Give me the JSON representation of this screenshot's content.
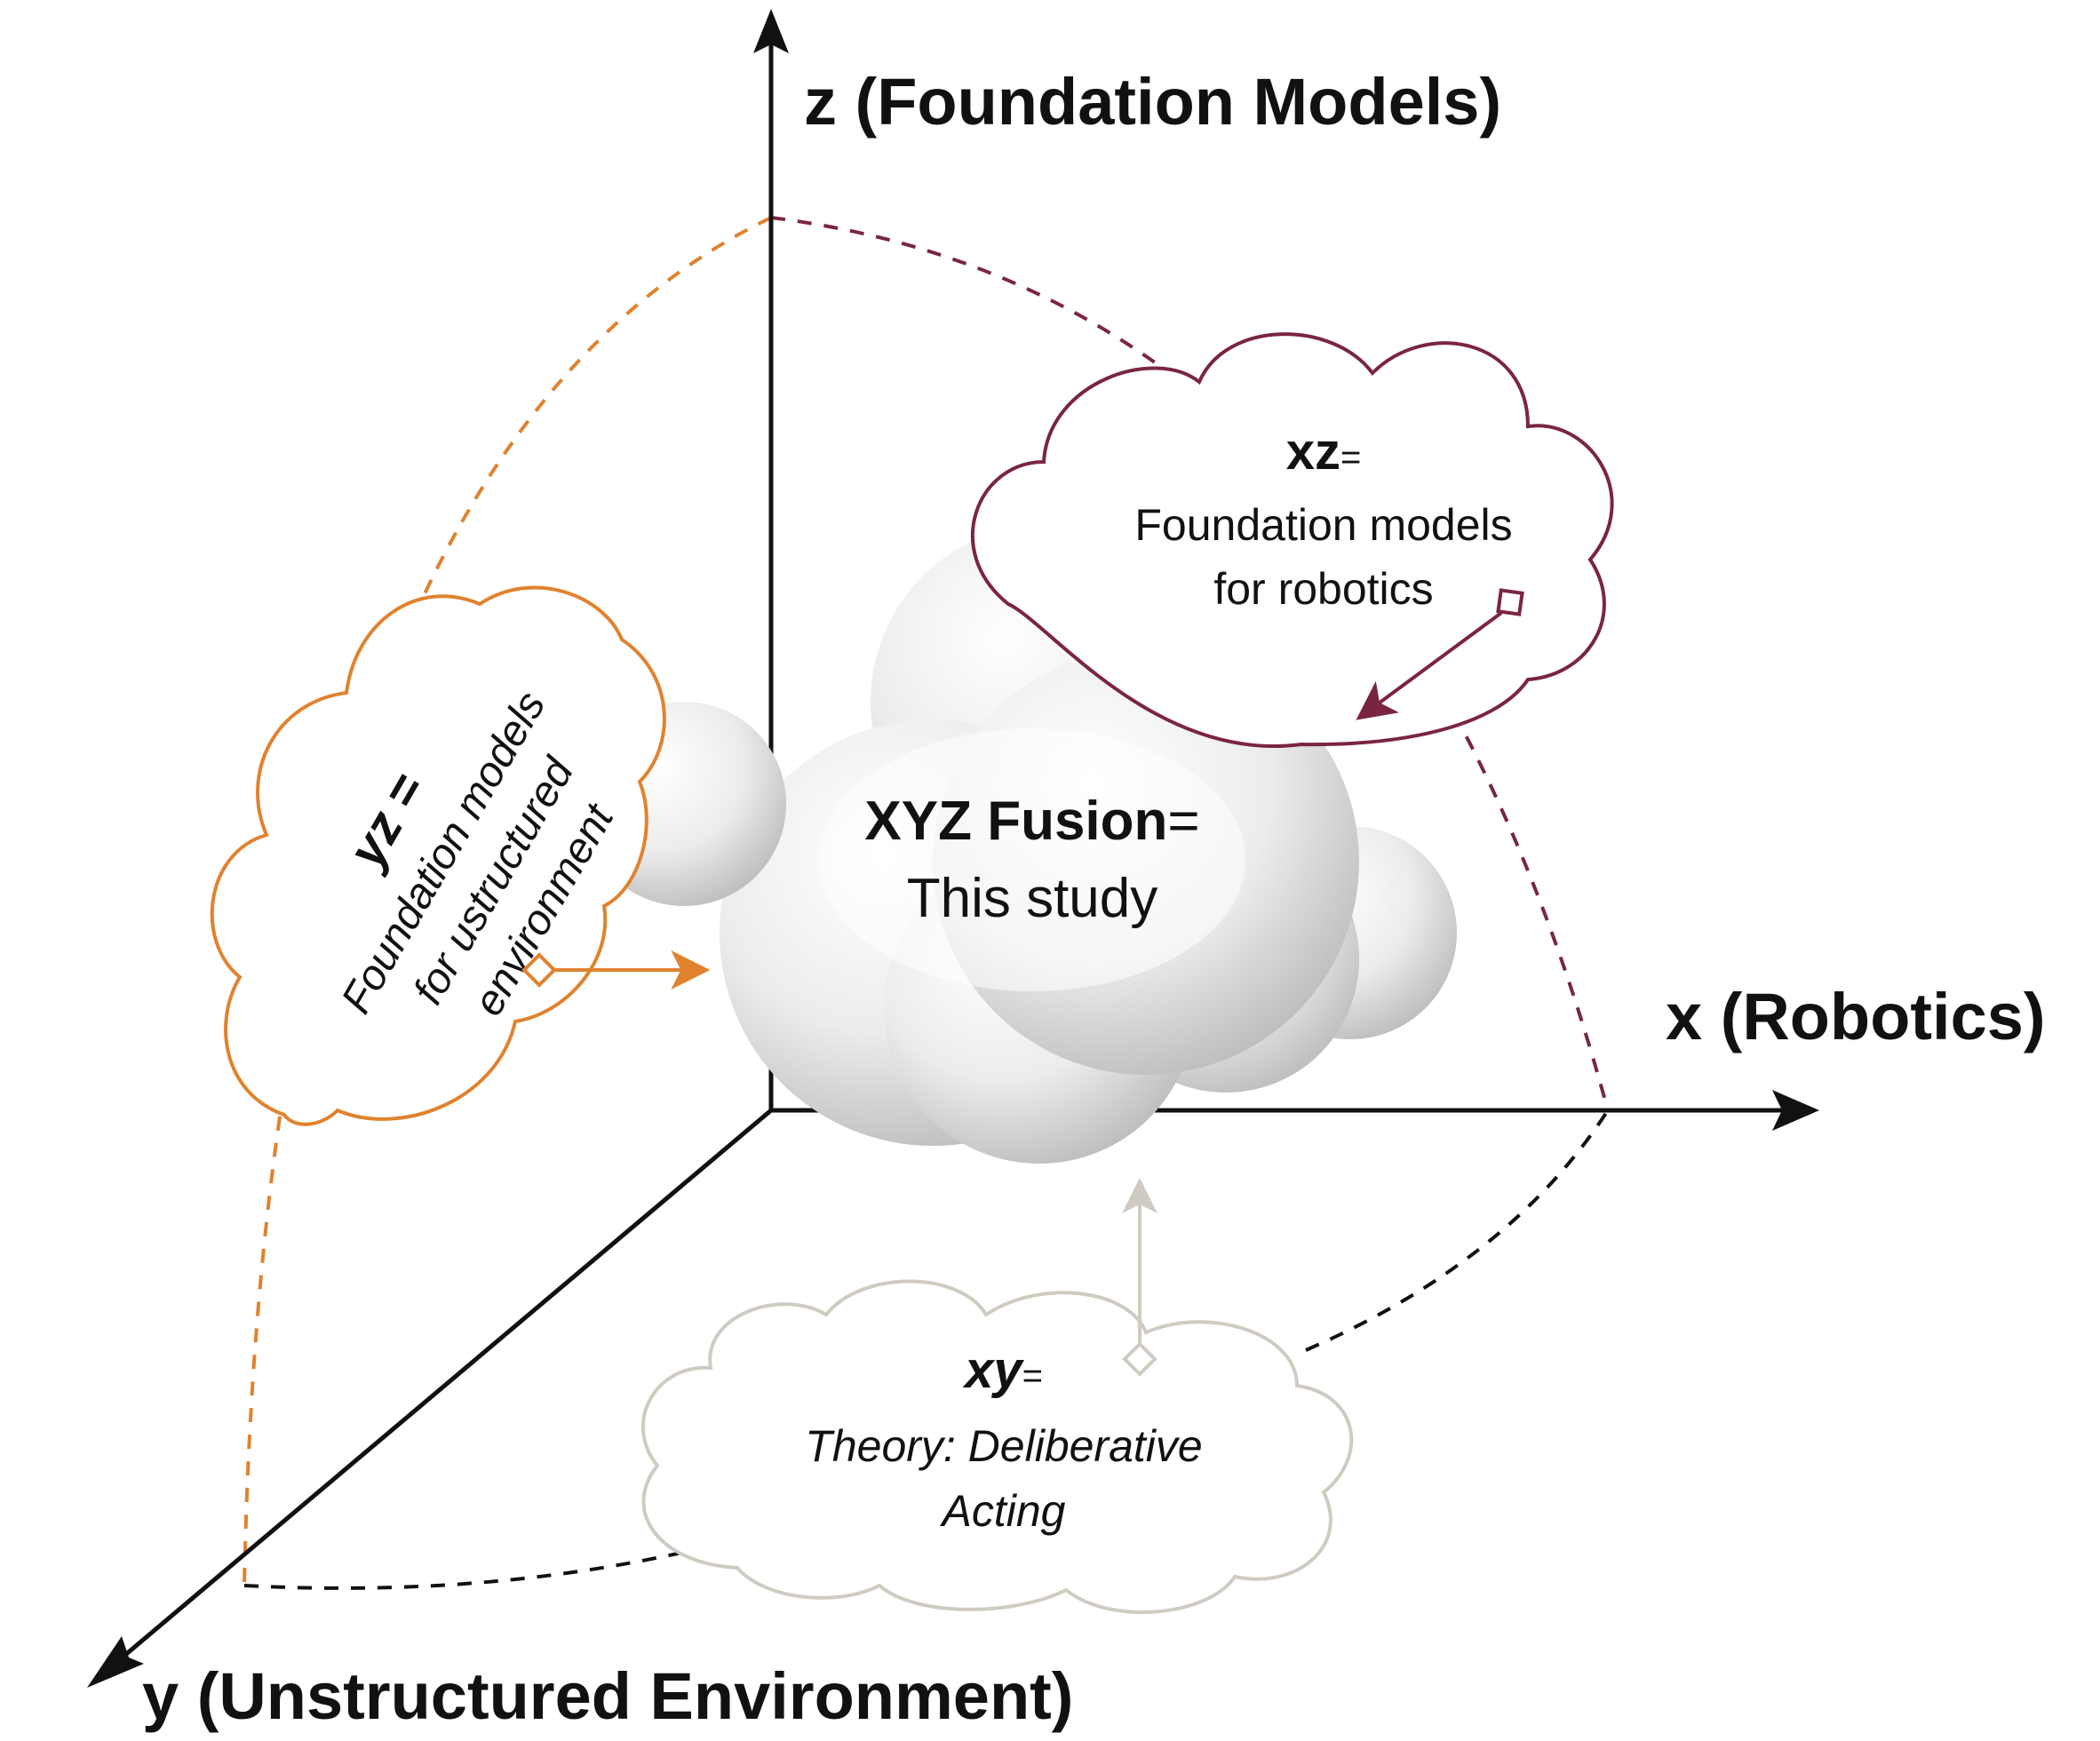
{
  "axes": {
    "z_label": "z (Foundation Models)",
    "x_label": "x (Robotics)",
    "y_label": "y (Unstructured Environment)"
  },
  "center": {
    "title": "XYZ Fusion",
    "equals": "=",
    "subtitle": "This study"
  },
  "xz": {
    "title": "xz",
    "equals": "=",
    "line1": "Foundation models",
    "line2": "for robotics",
    "color": "#7a2540"
  },
  "yz": {
    "title": "yz",
    "equals": " =",
    "line1": "Foundation models",
    "line2": "for ustructured",
    "line3": "environment",
    "color": "#e0822e"
  },
  "xy": {
    "title": "xy",
    "equals": "=",
    "line1": "Theory: Deliberative",
    "line2": "Acting",
    "color": "#cfcbc2"
  },
  "colors": {
    "axis": "#111111",
    "central_cloud": "#e6e6e6"
  }
}
